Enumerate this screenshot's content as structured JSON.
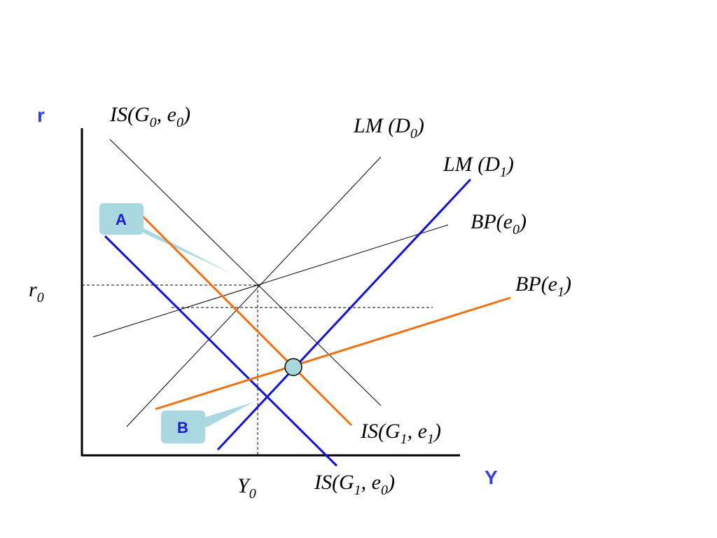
{
  "axes": {
    "y_label": "r",
    "x_label": "Y",
    "label_color": "#2f3fe0"
  },
  "markers": {
    "r0": {
      "base": "r",
      "sub": "0"
    },
    "y0": {
      "base": "Y",
      "sub": "0"
    }
  },
  "curves": {
    "is_g0_e0": {
      "pre": "IS",
      "open": "(",
      "a": "G",
      "a_sub": "0",
      "sep": ", ",
      "b": "e",
      "b_sub": "0",
      "close": ")",
      "color": "#000000"
    },
    "lm_d0": {
      "pre": "LM",
      "open": " (",
      "a": "D",
      "a_sub": "0",
      "close": ")",
      "color": "#000000"
    },
    "lm_d1": {
      "pre": "LM",
      "open": " (",
      "a": "D",
      "a_sub": "1",
      "close": ")",
      "color": "#1010d8"
    },
    "bp_e0": {
      "pre": "BP",
      "open": "(",
      "a": "e",
      "a_sub": "0",
      "close": ")",
      "color": "#000000"
    },
    "bp_e1": {
      "pre": "BP",
      "open": "(",
      "a": "e",
      "a_sub": "1",
      "close": ")",
      "color": "#f07010"
    },
    "is_g1_e1": {
      "pre": "IS",
      "open": "(",
      "a": "G",
      "a_sub": "1",
      "sep": ", ",
      "b": "e",
      "b_sub": "1",
      "close": ")",
      "color": "#f07010"
    },
    "is_g1_e0": {
      "pre": "IS",
      "open": "(",
      "a": "G",
      "a_sub": "1",
      "sep": ", ",
      "b": "e",
      "b_sub": "0",
      "close": ")",
      "color": "#1010d8"
    }
  },
  "callouts": {
    "a": {
      "text": "A",
      "fill": "#aad8e0",
      "text_color": "#1a1ad0"
    },
    "b": {
      "text": "B",
      "fill": "#aad8e0",
      "text_color": "#1a1ad0"
    }
  },
  "equilibrium": {
    "fill": "#a8d8dc"
  }
}
